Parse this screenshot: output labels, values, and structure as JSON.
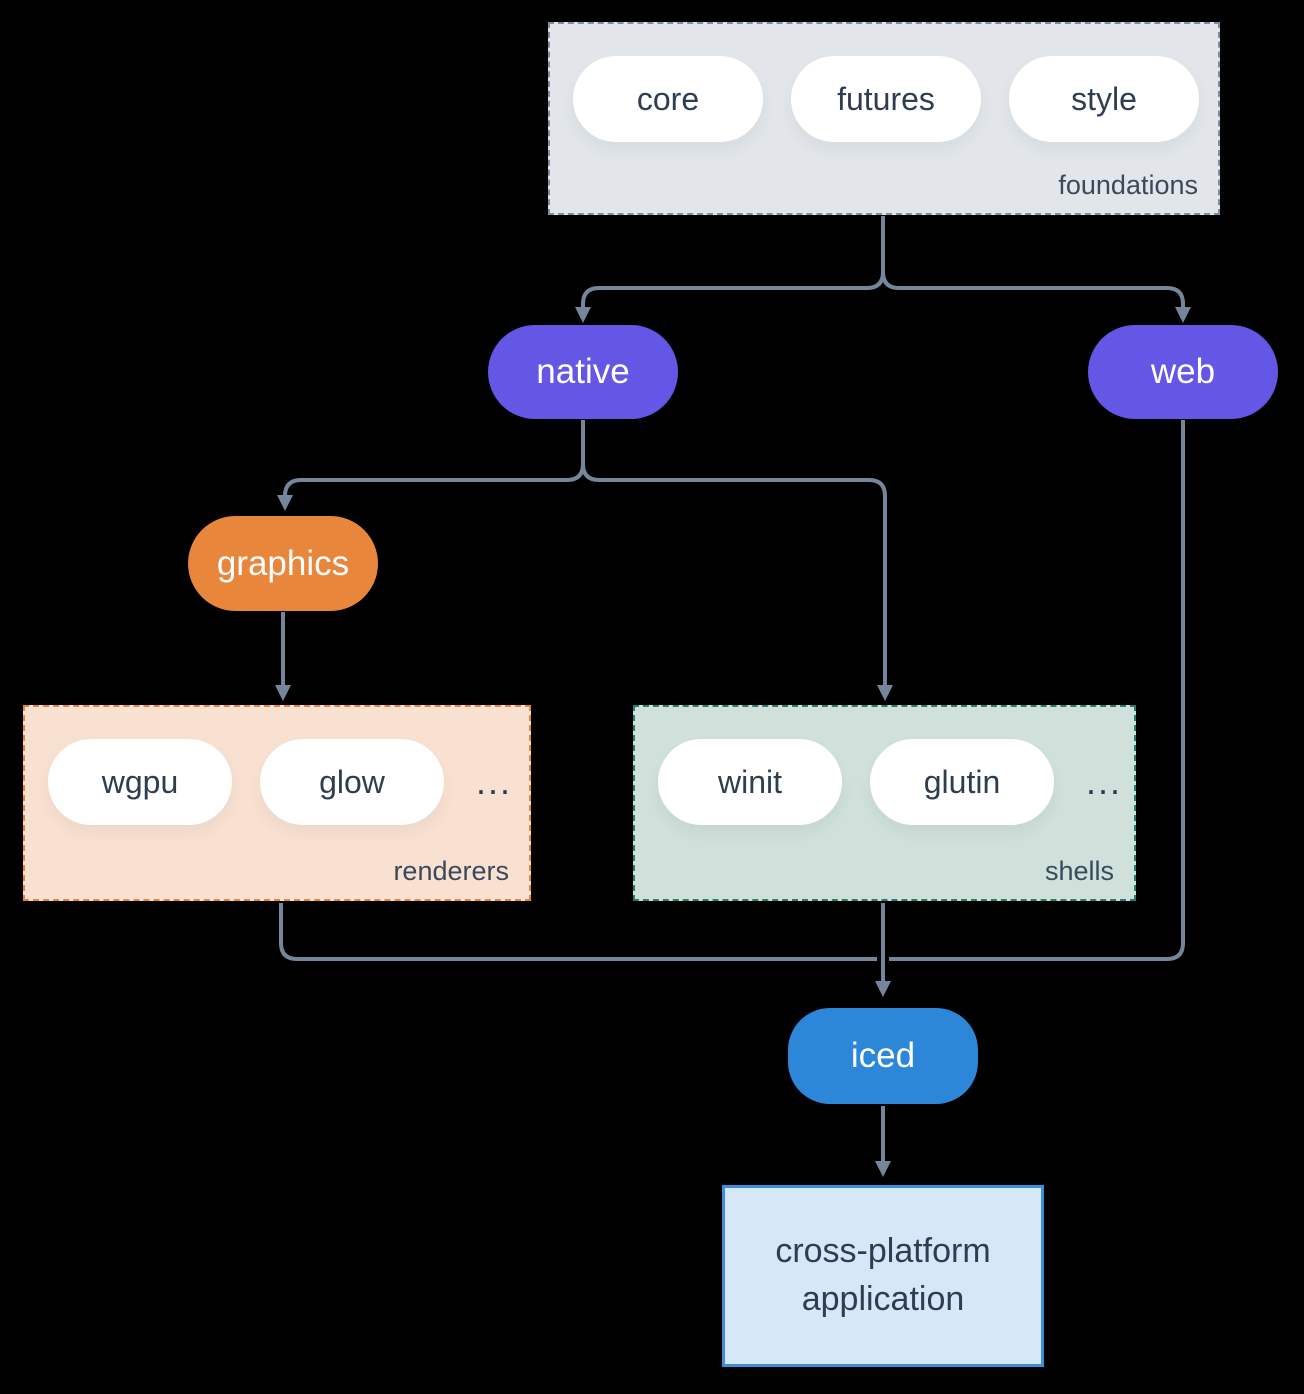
{
  "diagram": {
    "background": "#000000",
    "connector_color": "#76869a",
    "text_dark": "#2e3e50",
    "groups": {
      "foundations": {
        "label": "foundations",
        "items": [
          "core",
          "futures",
          "style"
        ],
        "fill": "#e2e6ea",
        "border_color": "#7e8e9e"
      },
      "renderers": {
        "label": "renderers",
        "items": [
          "wgpu",
          "glow"
        ],
        "more": "...",
        "fill": "#f9e1d1",
        "border_color": "#e8863c"
      },
      "shells": {
        "label": "shells",
        "items": [
          "winit",
          "glutin"
        ],
        "more": "...",
        "fill": "#d0e0da",
        "border_color": "#277d6e"
      }
    },
    "nodes": {
      "native": {
        "label": "native",
        "fill": "#6457e6",
        "text_color": "#ffffff"
      },
      "web": {
        "label": "web",
        "fill": "#6457e6",
        "text_color": "#ffffff"
      },
      "graphics": {
        "label": "graphics",
        "fill": "#e8863c",
        "text_color": "#ffffff"
      },
      "iced": {
        "label": "iced",
        "fill": "#2d87d8",
        "text_color": "#ffffff"
      },
      "application": {
        "label": "cross-platform application",
        "fill": "#d6e7f8",
        "border_color": "#3c8edc",
        "text_color": "#2e3e50"
      }
    },
    "edges": [
      {
        "from": "foundations",
        "to": "native"
      },
      {
        "from": "foundations",
        "to": "web"
      },
      {
        "from": "native",
        "to": "graphics"
      },
      {
        "from": "native",
        "to": "shells"
      },
      {
        "from": "graphics",
        "to": "renderers"
      },
      {
        "from": "renderers",
        "to": "iced"
      },
      {
        "from": "shells",
        "to": "iced"
      },
      {
        "from": "web",
        "to": "iced"
      },
      {
        "from": "iced",
        "to": "application"
      }
    ]
  }
}
